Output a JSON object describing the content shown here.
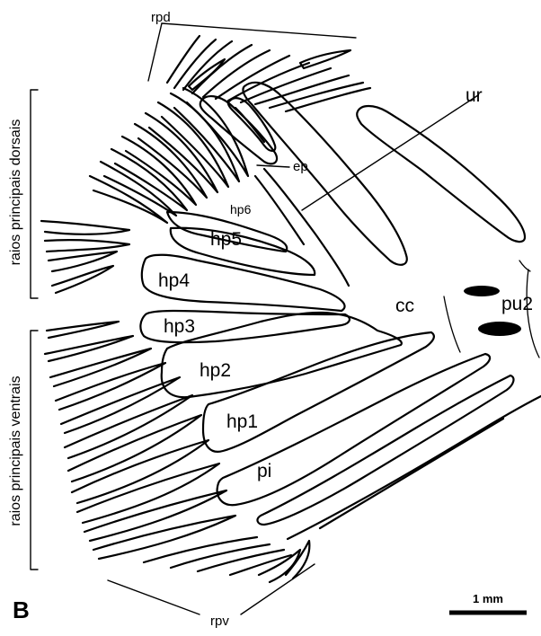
{
  "panel_letter": "B",
  "labels": {
    "rpd": "rpd",
    "ur": "ur",
    "ep": "ep",
    "hp6": "hp6",
    "hp5": "hp5",
    "hp4": "hp4",
    "hp3": "hp3",
    "hp2": "hp2",
    "hp1": "hp1",
    "pi": "pi",
    "cc": "cc",
    "pu2": "pu2",
    "rpv": "rpv"
  },
  "brackets": {
    "dorsal": "raios principais dorsais",
    "ventral": "raios principais ventrais"
  },
  "scale_bar": "1 mm",
  "colors": {
    "ink": "#000000",
    "background": "#ffffff"
  }
}
